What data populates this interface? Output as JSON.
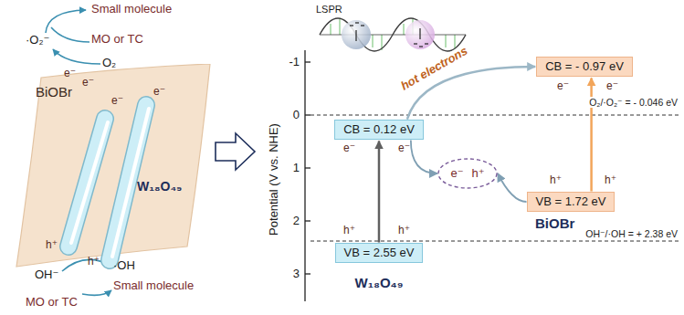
{
  "diagram": {
    "nodes": [
      {
        "text": [
          "BiOBr"
        ]
      },
      {
        "text": [
          "CB = 0.12 eV"
        ]
      },
      {
        "text": [
          "VB = 2.55 eV"
        ]
      },
      {
        "text": [
          "e⁻",
          "h⁺"
        ]
      },
      {
        "text": [
          "CB = - 0.97 eV"
        ]
      },
      {
        "text": [
          "VB = 1.72 eV"
        ]
      }
    ],
    "edges": [
      {
        "from": 2,
        "to": 1,
        "arrow": "to"
      },
      {
        "from": 1,
        "to": 4,
        "label": "hot electrons",
        "arrow": "to"
      },
      {
        "from": 1,
        "to": 3,
        "arrow": "to"
      },
      {
        "from": 5,
        "to": 3,
        "arrow": "to"
      },
      {
        "from": 5,
        "to": 4,
        "arrow": "to"
      }
    ],
    "labels": [
      "Small molecule",
      "MO or TC",
      "·O₂⁻",
      "e⁻",
      "O₂",
      "e⁻",
      "e⁻",
      "e⁻",
      "W₁₈O₄₉",
      "h⁺",
      "h⁺",
      "OH⁻",
      "·OH",
      "MO or TC",
      "Small molecule",
      "LSPR",
      "Potential (V vs. NHE)",
      "-1",
      "0",
      "1",
      "2",
      "3",
      "e⁻",
      "e⁻",
      "h⁺",
      "h⁺",
      "W₁₈O₄₉",
      "e⁻",
      "e⁻",
      "O₂/·O₂⁻ = - 0.046 eV",
      "h⁺",
      "h⁺",
      "BiOBr",
      "OH⁻/·OH = + 2.38 eV"
    ]
  }
}
